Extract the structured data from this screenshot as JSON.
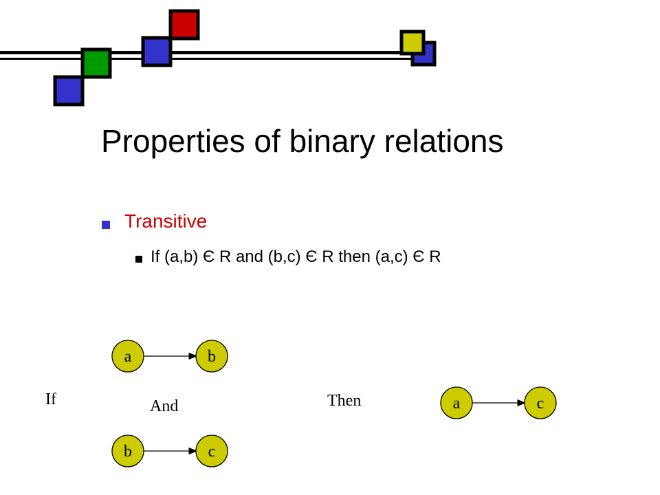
{
  "slide": {
    "title": "Properties of binary relations",
    "bullet_level1": "Transitive",
    "bullet_level2": "If (a,b) Є R and (b,c) Є  R then  (a,c) Є R"
  },
  "diagram": {
    "if_label": "If",
    "and_label": "And",
    "then_label": "Then",
    "edge1": {
      "from": "a",
      "to": "b"
    },
    "edge2": {
      "from": "b",
      "to": "c"
    },
    "edge3": {
      "from": "a",
      "to": "c"
    }
  },
  "colors": {
    "accent_red": "#cc0000",
    "node_fill": "#cccc00",
    "deco_blue": "#3333cc",
    "deco_green": "#009900",
    "deco_red": "#cc0000",
    "deco_yellow": "#cccc00",
    "rule_black": "#000000"
  },
  "icons": {
    "bullet_marker": "square-bullet-icon",
    "decoration": "colored-squares-decoration"
  }
}
